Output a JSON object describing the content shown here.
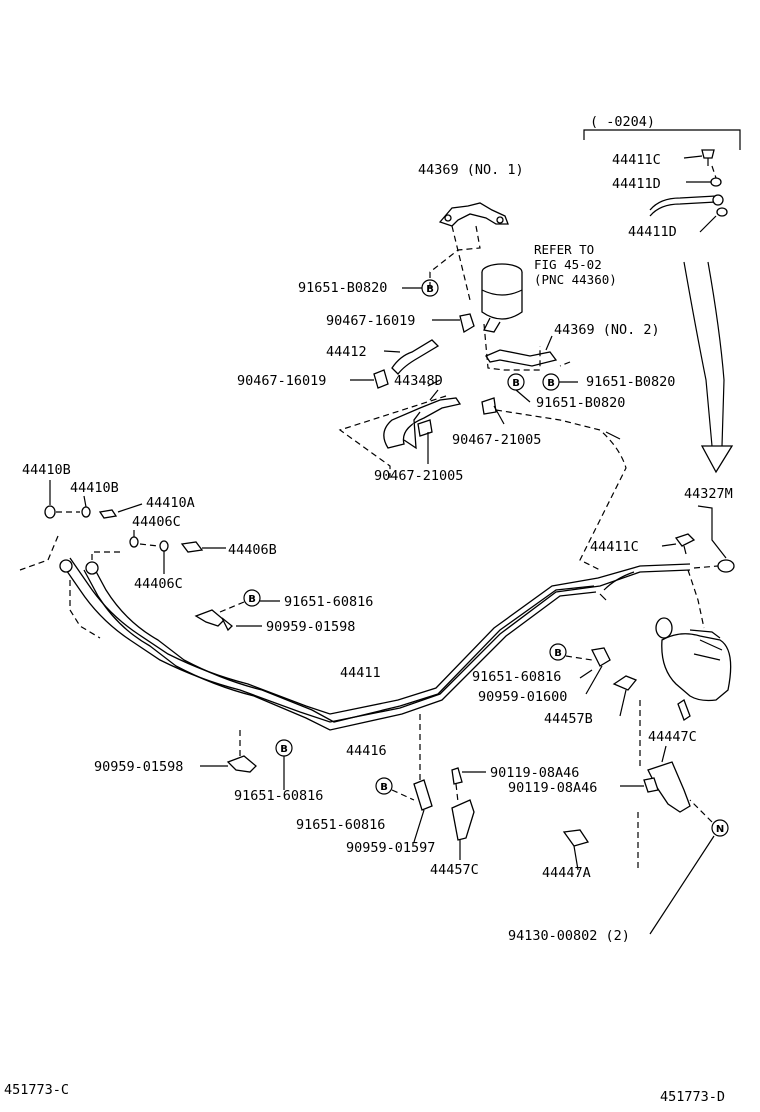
{
  "labels": {
    "l_44369_no1": "44369 (NO. 1)",
    "l_refer1": "REFER TO",
    "l_refer2": "FIG 45-02",
    "l_refer3": "(PNC 44360)",
    "l_91651_b0820_a": "91651-B0820",
    "l_90467_16019_a": "90467-16019",
    "l_44369_no2": "44369 (NO. 2)",
    "l_44412": "44412",
    "l_90467_16019_b": "90467-16019",
    "l_44348d": "44348D",
    "l_91651_b0820_b": "91651-B0820",
    "l_91651_b0820_c": "91651-B0820",
    "l_90467_21005_a": "90467-21005",
    "l_90467_21005_b": "90467-21005",
    "l_range": "(    -0204)",
    "l_44411c_a": "44411C",
    "l_44411d_a": "44411D",
    "l_44411d_b": "44411D",
    "l_44327m": "44327M",
    "l_44411c_b": "44411C",
    "l_44410b_a": "44410B",
    "l_44410b_b": "44410B",
    "l_44410a": "44410A",
    "l_44406c_a": "44406C",
    "l_44406b": "44406B",
    "l_44406c_b": "44406C",
    "l_91651_60816_a": "91651-60816",
    "l_90959_01598_a": "90959-01598",
    "l_44411": "44411",
    "l_44416": "44416",
    "l_91651_60816_b": "91651-60816",
    "l_90959_01600": "90959-01600",
    "l_44457b": "44457B",
    "l_44447c": "44447C",
    "l_90959_01598_b": "90959-01598",
    "l_91651_60816_c": "91651-60816",
    "l_90119_08a46_a": "90119-08A46",
    "l_90119_08a46_b": "90119-08A46",
    "l_91651_60816_d": "91651-60816",
    "l_90959_01597": "90959-01597",
    "l_44457c": "44457C",
    "l_44447a": "44447A",
    "l_94130_00802": "94130-00802 (2)",
    "l_ref_c": "451773-C",
    "l_ref_d": "451773-D"
  },
  "markers": {
    "b": "B",
    "n": "N"
  }
}
